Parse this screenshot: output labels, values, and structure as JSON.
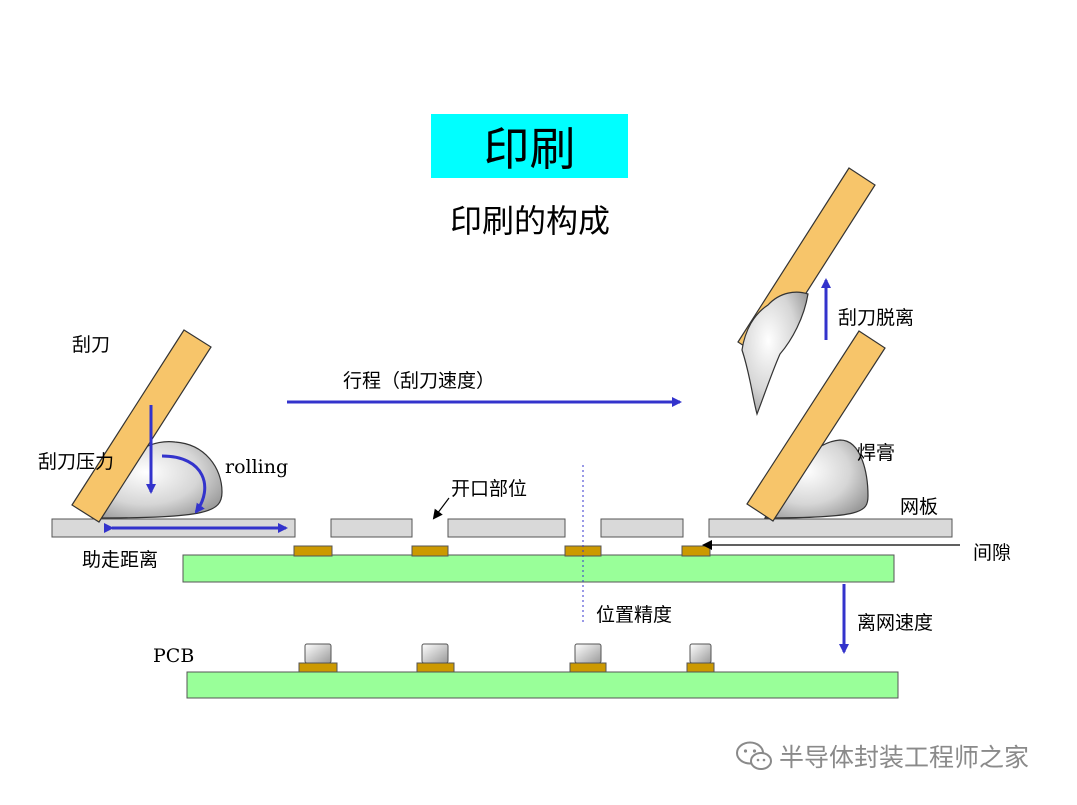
{
  "title": "印刷",
  "subtitle": "印刷的构成",
  "labels": {
    "squeegee": "刮刀",
    "squeegee_pressure": "刮刀压力",
    "rolling": "rolling",
    "run_distance": "助走距离",
    "stroke": "行程（刮刀速度）",
    "opening": "开口部位",
    "squeegee_lift": "刮刀脱离",
    "solder_paste": "焊膏",
    "stencil": "网板",
    "gap": "间隙",
    "position_accuracy": "位置精度",
    "separation_speed": "离网速度",
    "pcb": "PCB"
  },
  "watermark": {
    "text": "半导体封装工程师之家",
    "icon": "wechat-icon"
  },
  "colors": {
    "title_bg": "#00ffff",
    "squeegee": "#f7c56a",
    "board": "#99ff99",
    "stencil": "#d9d9d9",
    "pad": "#cc9900",
    "arrow": "#3333cc",
    "paste": "#d0d0d0"
  }
}
